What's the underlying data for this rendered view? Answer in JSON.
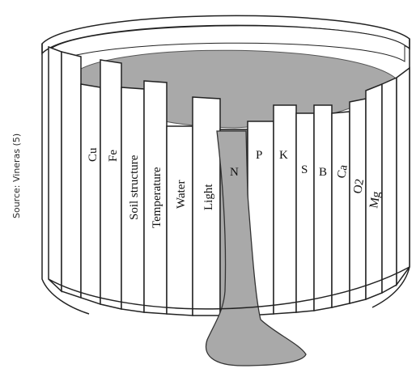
{
  "figure": {
    "source": "Source: Vineras (5)",
    "colors": {
      "liquid": "#a9a9a9",
      "stave": "#ffffff",
      "outline": "#222222"
    },
    "staves": [
      {
        "label": "Cu"
      },
      {
        "label": "Fe"
      },
      {
        "label": "Soil structure"
      },
      {
        "label": "Temperature"
      },
      {
        "label": "Water"
      },
      {
        "label": "Light"
      },
      {
        "label": "N"
      },
      {
        "label": "P"
      },
      {
        "label": "K"
      },
      {
        "label": "S"
      },
      {
        "label": "B"
      },
      {
        "label": "Ca"
      },
      {
        "label": "O2"
      },
      {
        "label": "Mg"
      }
    ]
  }
}
